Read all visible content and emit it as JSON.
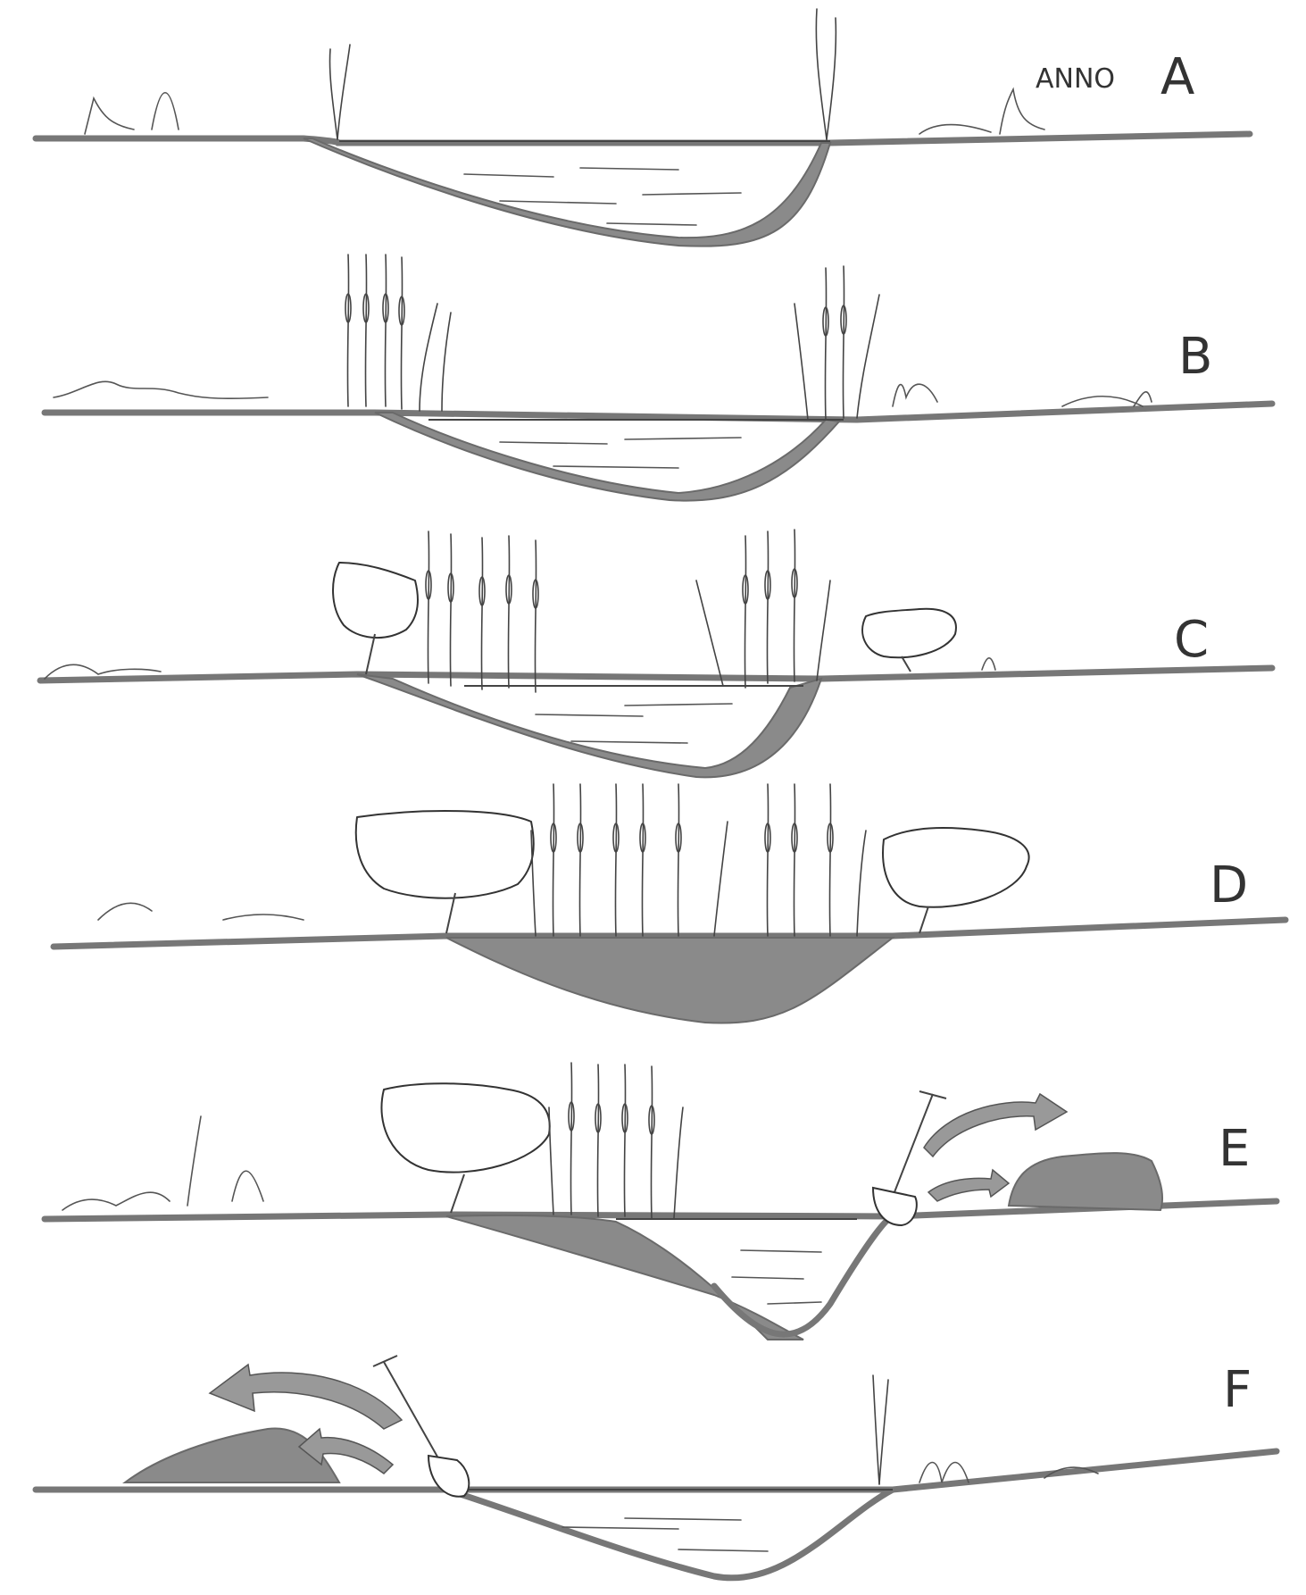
{
  "panels": [
    {
      "id": "A",
      "label": "A",
      "prefix": "ANNO"
    },
    {
      "id": "B",
      "label": "B"
    },
    {
      "id": "C",
      "label": "C"
    },
    {
      "id": "D",
      "label": "D"
    },
    {
      "id": "E",
      "label": "E"
    },
    {
      "id": "F",
      "label": "F"
    }
  ]
}
